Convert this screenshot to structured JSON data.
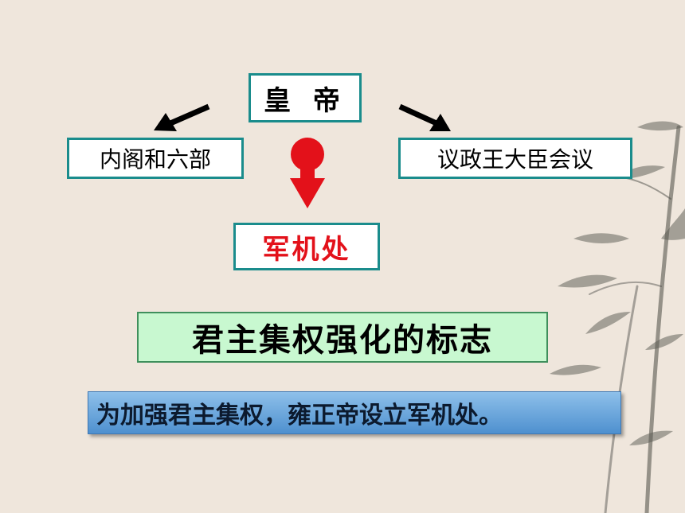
{
  "emperor": "皇 帝",
  "cabinet": "内阁和六部",
  "council": "议政王大臣会议",
  "grand_council": "军机处",
  "symbol_text": "君主集权强化的标志",
  "note_text": "为加强君主集权，雍正帝设立军机处。",
  "colors": {
    "background": "#efe6dc",
    "box_border": "#1a8c8c",
    "grand_council_text": "#e3111a",
    "symbol_fill": "#c8f8d0",
    "note_fill": "#6ea8dd",
    "arrow_red": "#e3111a",
    "arrow_black": "#000000"
  },
  "decoration": "bamboo-painting"
}
